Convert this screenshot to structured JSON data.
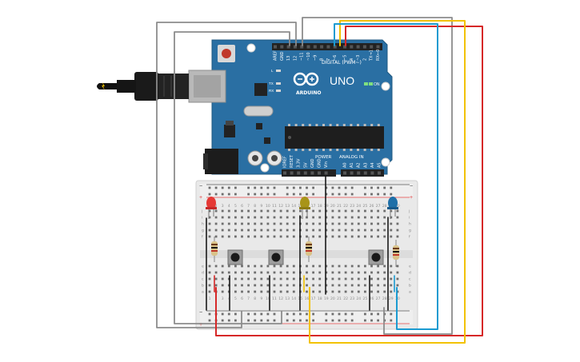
{
  "board": {
    "brand": "ARDUINO",
    "model": "UNO",
    "on_label": "ON",
    "digital_header": "DIGITAL (PWM~)",
    "power_header": "POWER",
    "analog_header": "ANALOG IN",
    "led_labels": [
      "L",
      "TX",
      "RX"
    ],
    "digital_pins": [
      "AREF",
      "GND",
      "13",
      "12",
      "~11",
      "~10",
      "~9",
      "8",
      "7",
      "~6",
      "~5",
      "4",
      "~3",
      "2",
      "TX→1",
      "RX←0"
    ],
    "power_pins": [
      "IOREF",
      "RESET",
      "3.3V",
      "5V",
      "GND",
      "GND",
      "Vin"
    ],
    "analog_pins": [
      "A0",
      "A1",
      "A2",
      "A3",
      "A4",
      "A5"
    ]
  },
  "breadboard": {
    "rows_top": [
      "j",
      "i",
      "h",
      "g",
      "f"
    ],
    "rows_bottom": [
      "e",
      "d",
      "c",
      "b",
      "a"
    ],
    "plus": "+",
    "minus": "−",
    "columns": 30
  },
  "components": {
    "leds": [
      {
        "color_name": "red",
        "color": "#e53935"
      },
      {
        "color_name": "yellow",
        "color": "#a89418"
      },
      {
        "color_name": "blue",
        "color": "#1e6fa8"
      }
    ],
    "wire_colors": {
      "red": "#d62828",
      "yellow": "#f2c200",
      "blue": "#1b9bd1",
      "gray": "#8c8c8c",
      "black": "#1a1a1a"
    }
  }
}
